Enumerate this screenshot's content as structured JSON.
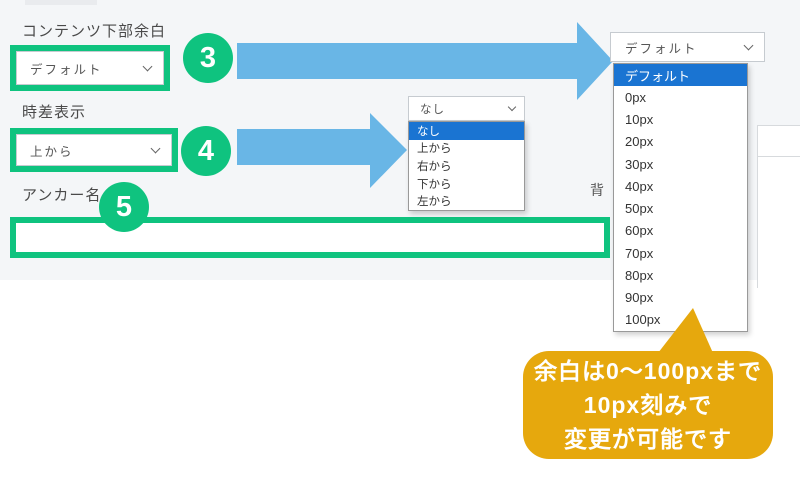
{
  "colors": {
    "bg-top": "#f4f6f8",
    "green": "#0fc37f",
    "arrow-blue": "#69b6e6",
    "highlight-blue": "#1a74d2",
    "bubble-gold": "#e6a80d",
    "label-text": "#4a4a4a",
    "select-text": "#555555",
    "list-border": "#999999",
    "select-border": "#c6cbd0"
  },
  "form": {
    "margin_field": {
      "label": "コンテンツ下部余白",
      "value": "デフォルト"
    },
    "timing_field": {
      "label": "時差表示",
      "value": "上から"
    },
    "anchor_field": {
      "label": "アンカー名",
      "value": ""
    }
  },
  "badges": {
    "step3": "3",
    "step4": "4",
    "step5": "5"
  },
  "margin_dropdown": {
    "value": "デフォルト",
    "selected_index": 0,
    "options": [
      "デフォルト",
      "0px",
      "10px",
      "20px",
      "30px",
      "40px",
      "50px",
      "60px",
      "70px",
      "80px",
      "90px",
      "100px"
    ]
  },
  "timing_dropdown": {
    "value": "なし",
    "selected_index": 0,
    "options": [
      "なし",
      "上から",
      "右から",
      "下から",
      "左から"
    ]
  },
  "background": {
    "partial_text": "背"
  },
  "callout": {
    "lines": [
      "余白は0〜100pxまで",
      "10px刻みで",
      "変更が可能です"
    ]
  }
}
